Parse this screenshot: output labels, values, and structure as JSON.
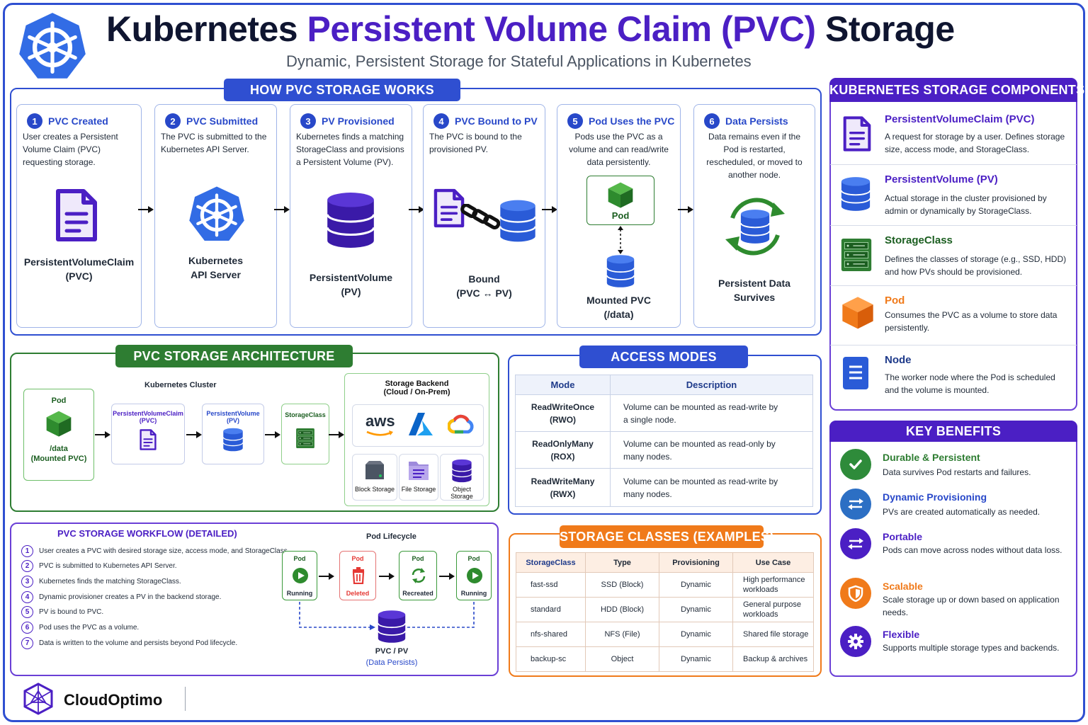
{
  "header": {
    "title_part1": "Kubernetes",
    "title_accent": "Persistent Volume Claim (PVC)",
    "title_part3": "Storage",
    "subtitle": "Dynamic, Persistent Storage for Stateful Applications in Kubernetes"
  },
  "how": {
    "tag": "HOW PVC STORAGE WORKS",
    "steps": [
      {
        "num": "1",
        "title": "PVC Created",
        "desc": "User creates a Persistent Volume Claim (PVC) requesting storage.",
        "label1": "PersistentVolumeClaim",
        "label2": "(PVC)"
      },
      {
        "num": "2",
        "title": "PVC Submitted",
        "desc": "The PVC is submitted to the Kubernetes API Server.",
        "label1": "Kubernetes",
        "label2": "API Server"
      },
      {
        "num": "3",
        "title": "PV Provisioned",
        "desc": "Kubernetes finds a matching StorageClass and provisions a Persistent Volume (PV).",
        "label1": "PersistentVolume",
        "label2": "(PV)"
      },
      {
        "num": "4",
        "title": "PVC Bound to PV",
        "desc": "The PVC is bound to the provisioned PV.",
        "label1": "Bound",
        "label2": "(PVC ↔ PV)"
      },
      {
        "num": "5",
        "title": "Pod Uses the PVC",
        "desc": "Pods use the PVC as a volume and can read/write data persistently.",
        "pod": "Pod",
        "label1": "Mounted PVC",
        "label2": "(/data)"
      },
      {
        "num": "6",
        "title": "Data Persists",
        "desc": "Data remains even if the Pod is restarted, rescheduled, or moved to another node.",
        "label1": "Persistent Data",
        "label2": "Survives"
      }
    ]
  },
  "components": {
    "tag": "KUBERNETES STORAGE COMPONENTS",
    "items": [
      {
        "name": "PersistentVolumeClaim (PVC)",
        "desc": "A request for storage by a user. Defines storage size, access mode, and StorageClass."
      },
      {
        "name": "PersistentVolume (PV)",
        "desc": "Actual storage in the cluster provisioned by admin or dynamically by StorageClass."
      },
      {
        "name": "StorageClass",
        "desc": "Defines the classes of storage (e.g., SSD, HDD) and how PVs should be provisioned."
      },
      {
        "name": "Pod",
        "desc": "Consumes the PVC as a volume to store data persistently."
      },
      {
        "name": "Node",
        "desc": "The worker node where the Pod is scheduled and the volume is mounted."
      }
    ]
  },
  "arch": {
    "tag": "PVC STORAGE ARCHITECTURE",
    "cluster_label": "Kubernetes Cluster",
    "pod": "Pod",
    "pod_mount1": "/data",
    "pod_mount2": "(Mounted PVC)",
    "pvc1": "PersistentVolumeClaim",
    "pvc2": "(PVC)",
    "pv1": "PersistentVolume",
    "pv2": "(PV)",
    "sc": "StorageClass",
    "backend1": "Storage Backend",
    "backend2": "(Cloud / On-Prem)",
    "aws": "aws",
    "block": "Block Storage",
    "file": "File Storage",
    "object": "Object Storage"
  },
  "access": {
    "tag": "ACCESS MODES",
    "headers": [
      "Mode",
      "Description"
    ],
    "rows": [
      {
        "mode1": "ReadWriteOnce",
        "mode2": "(RWO)",
        "desc1": "Volume can be mounted as read-write by",
        "desc2": "a single node."
      },
      {
        "mode1": "ReadOnlyMany",
        "mode2": "(ROX)",
        "desc1": "Volume can be mounted as read-only by",
        "desc2": "many nodes."
      },
      {
        "mode1": "ReadWriteMany",
        "mode2": "(RWX)",
        "desc1": "Volume can be mounted as read-write by",
        "desc2": "many nodes."
      }
    ]
  },
  "benefits": {
    "tag": "KEY BENEFITS",
    "items": [
      {
        "name": "Durable & Persistent",
        "desc": "Data survives Pod restarts and failures.",
        "color": "#2e8b3a"
      },
      {
        "name": "Dynamic Provisioning",
        "desc": "PVs are created automatically as needed.",
        "color": "#2c6fc4"
      },
      {
        "name": "Portable",
        "desc": "Pods can move across nodes without data loss.",
        "color": "#4b1fc4"
      },
      {
        "name": "Scalable",
        "desc": "Scale storage up or down based on application needs.",
        "color": "#f07a1a"
      },
      {
        "name": "Flexible",
        "desc": "Supports multiple storage types and backends.",
        "color": "#4b1fc4"
      }
    ]
  },
  "workflow": {
    "title": "PVC STORAGE WORKFLOW (DETAILED)",
    "items": [
      {
        "n": "1",
        "t": "User creates a PVC with desired storage size, access mode, and StorageClass."
      },
      {
        "n": "2",
        "t": "PVC is submitted to Kubernetes API Server."
      },
      {
        "n": "3",
        "t": "Kubernetes finds the matching StorageClass."
      },
      {
        "n": "4",
        "t": "Dynamic provisioner creates a PV in the backend storage."
      },
      {
        "n": "5",
        "t": "PV is bound to PVC."
      },
      {
        "n": "6",
        "t": "Pod uses the PVC as a volume."
      },
      {
        "n": "7",
        "t": "Data is written to the volume and persists beyond Pod lifecycle."
      }
    ],
    "lifecycle_title": "Pod Lifecycle",
    "pods": [
      {
        "t": "Pod",
        "s": "Running"
      },
      {
        "t": "Pod",
        "s": "Deleted"
      },
      {
        "t": "Pod",
        "s": "Recreated"
      },
      {
        "t": "Pod",
        "s": "Running"
      }
    ],
    "pvpv1": "PVC / PV",
    "pvpv2": "(Data Persists)"
  },
  "storage_classes": {
    "tag": "STORAGE CLASSES (EXAMPLES)",
    "headers": [
      "StorageClass",
      "Type",
      "Provisioning",
      "Use Case"
    ],
    "rows": [
      {
        "c": "fast-ssd",
        "t": "SSD (Block)",
        "p": "Dynamic",
        "u1": "High performance",
        "u2": "workloads"
      },
      {
        "c": "standard",
        "t": "HDD (Block)",
        "p": "Dynamic",
        "u1": "General purpose",
        "u2": "workloads"
      },
      {
        "c": "nfs-shared",
        "t": "NFS (File)",
        "p": "Dynamic",
        "u1": "Shared file storage",
        "u2": ""
      },
      {
        "c": "backup-sc",
        "t": "Object",
        "p": "Dynamic",
        "u1": "Backup & archives",
        "u2": ""
      }
    ]
  },
  "footer": {
    "brand": "CloudOptimo"
  },
  "colors": {
    "blue": "#2f4fd1",
    "purple": "#4b1fc4",
    "green": "#2e7d32",
    "orange": "#f07a1a",
    "red": "#e53935"
  }
}
